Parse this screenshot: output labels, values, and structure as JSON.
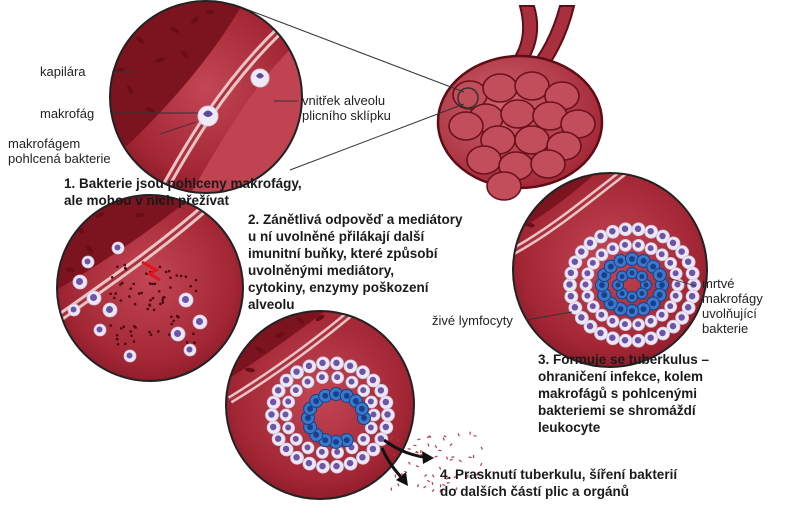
{
  "labels": {
    "capillary": "kapilára",
    "macrophage": "makrofág",
    "engulfed_bacteria_line1": "makrofágem",
    "engulfed_bacteria_line2": "pohlcená bakterie",
    "alveolus_interior_line1": "vnitřek alveolu",
    "alveolus_interior_line2": "plicního sklípku",
    "live_lymphocytes": "živé lymfocyty",
    "dead_macrophages_line1": "mrtvé",
    "dead_macrophages_line2": "makrofágy",
    "dead_macrophages_line3": "uvolňující",
    "dead_macrophages_line4": "bakterie"
  },
  "steps": {
    "step1": "1. Bakterie jsou pohlceny makrofágy,\n    ale mohou v nich přežívat",
    "step2": "2. Zánětlivá odpověď a mediátory\n    u ní uvolněné přilákají další\n    imunitní buňky, které způsobí\n    uvolněnými mediátory,\n    cytokiny, enzymy poškození\n    alveolu",
    "step3": "3. Formuje se tuberkulus –\n    ohraničení infekce, kolem\n    makrofágů s pohlcenými\n    bakteriemi se shromáždí\n    leukocyte",
    "step4": "4. Prasknutí tuberkulu, šíření bakterií\n    do dalších částí plic a orgánů"
  },
  "colors": {
    "tissue_dark": "#8e1b27",
    "tissue": "#b0313f",
    "tissue_light": "#c9565f",
    "membrane": "#e9b9bb",
    "lymphocyte": "#ede7f4",
    "lymphocyte_nucleus": "#5d4a9c",
    "macrophage_dead": "#3a78c8",
    "macrophage_dead_dark": "#173f8c"
  }
}
